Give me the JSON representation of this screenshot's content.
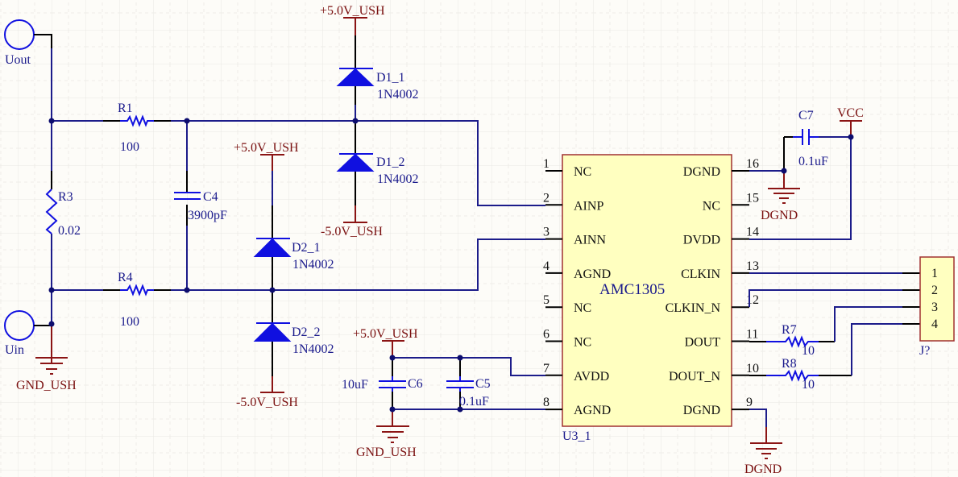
{
  "ports": {
    "uout": "Uout",
    "uin": "Uin"
  },
  "resistors": {
    "r1": {
      "ref": "R1",
      "value": "100"
    },
    "r3": {
      "ref": "R3",
      "value": "0.02"
    },
    "r4": {
      "ref": "R4",
      "value": "100"
    },
    "r7": {
      "ref": "R7",
      "value": "10"
    },
    "r8": {
      "ref": "R8",
      "value": "10"
    }
  },
  "capacitors": {
    "c4": {
      "ref": "C4",
      "value": "3900pF"
    },
    "c5": {
      "ref": "C5",
      "value": "0.1uF"
    },
    "c6": {
      "ref": "C6",
      "value": "10uF"
    },
    "c7": {
      "ref": "C7",
      "value": "0.1uF"
    }
  },
  "diodes": {
    "d1_1": {
      "ref": "D1_1",
      "value": "1N4002"
    },
    "d1_2": {
      "ref": "D1_2",
      "value": "1N4002"
    },
    "d2_1": {
      "ref": "D2_1",
      "value": "1N4002"
    },
    "d2_2": {
      "ref": "D2_2",
      "value": "1N4002"
    }
  },
  "power": {
    "p5v_a": "+5.0V_USH",
    "n5v_a": "-5.0V_USH",
    "p5v_b": "+5.0V_USH",
    "n5v_b": "-5.0V_USH",
    "p5v_c": "+5.0V_USH",
    "gnd_ush_a": "GND_USH",
    "gnd_ush_b": "GND_USH",
    "dgnd_a": "DGND",
    "dgnd_b": "DGND",
    "vcc": "VCC"
  },
  "ic": {
    "ref": "U3_1",
    "part": "AMC1305",
    "left_pins": [
      {
        "num": "1",
        "name": "NC"
      },
      {
        "num": "2",
        "name": "AINP"
      },
      {
        "num": "3",
        "name": "AINN"
      },
      {
        "num": "4",
        "name": "AGND"
      },
      {
        "num": "5",
        "name": "NC"
      },
      {
        "num": "6",
        "name": "NC"
      },
      {
        "num": "7",
        "name": "AVDD"
      },
      {
        "num": "8",
        "name": "AGND"
      }
    ],
    "right_pins": [
      {
        "num": "16",
        "name": "DGND"
      },
      {
        "num": "15",
        "name": "NC"
      },
      {
        "num": "14",
        "name": "DVDD"
      },
      {
        "num": "13",
        "name": "CLKIN"
      },
      {
        "num": "12",
        "name": "CLKIN_N"
      },
      {
        "num": "11",
        "name": "DOUT"
      },
      {
        "num": "10",
        "name": "DOUT_N"
      },
      {
        "num": "9",
        "name": "DGND"
      }
    ]
  },
  "connector": {
    "ref": "J?",
    "pins": [
      "1",
      "2",
      "3",
      "4"
    ]
  }
}
